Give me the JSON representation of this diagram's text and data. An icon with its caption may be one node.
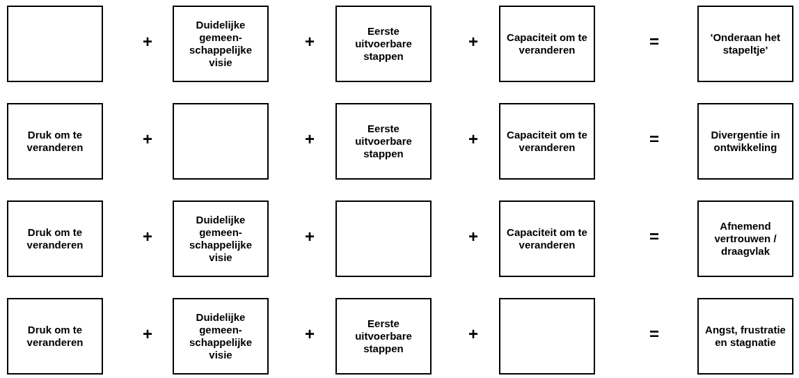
{
  "diagram": {
    "nodes": [
      {
        "text": [],
        "shape": "box"
      },
      {
        "text": [
          "Duidelijke gemeen- schappelijke visie"
        ]
      },
      {
        "text": [
          "Eerste uitvoerbare stappen"
        ]
      },
      {
        "text": [
          "Capaciteit om te veranderen"
        ]
      },
      {
        "text": [
          "'Onderaan het stapeltje'"
        ]
      },
      {
        "text": [
          "Druk om te veranderen"
        ]
      },
      {
        "text": [],
        "shape": "box"
      },
      {
        "text": [
          "Eerste uitvoerbare stappen"
        ]
      },
      {
        "text": [
          "Capaciteit om te veranderen"
        ]
      },
      {
        "text": [
          "Divergentie in ontwikkeling"
        ]
      },
      {
        "text": [
          "Druk om te veranderen"
        ]
      },
      {
        "text": [
          "Duidelijke gemeen- schappelijke visie"
        ]
      },
      {
        "text": [],
        "shape": "box"
      },
      {
        "text": [
          "Capaciteit om te veranderen"
        ]
      },
      {
        "text": [
          "Afnemend vertrouwen / draagvlak"
        ]
      },
      {
        "text": [
          "Druk om te veranderen"
        ]
      },
      {
        "text": [
          "Duidelijke gemeen- schappelijke visie"
        ]
      },
      {
        "text": [
          "Eerste uitvoerbare stappen"
        ]
      },
      {
        "text": [],
        "shape": "box"
      },
      {
        "text": [
          "Angst, frustratie en stagnatie"
        ]
      }
    ],
    "labels": [
      "+",
      "+",
      "+",
      "=",
      "+",
      "+",
      "+",
      "=",
      "+",
      "+",
      "+",
      "=",
      "+",
      "+",
      "+",
      "="
    ]
  }
}
